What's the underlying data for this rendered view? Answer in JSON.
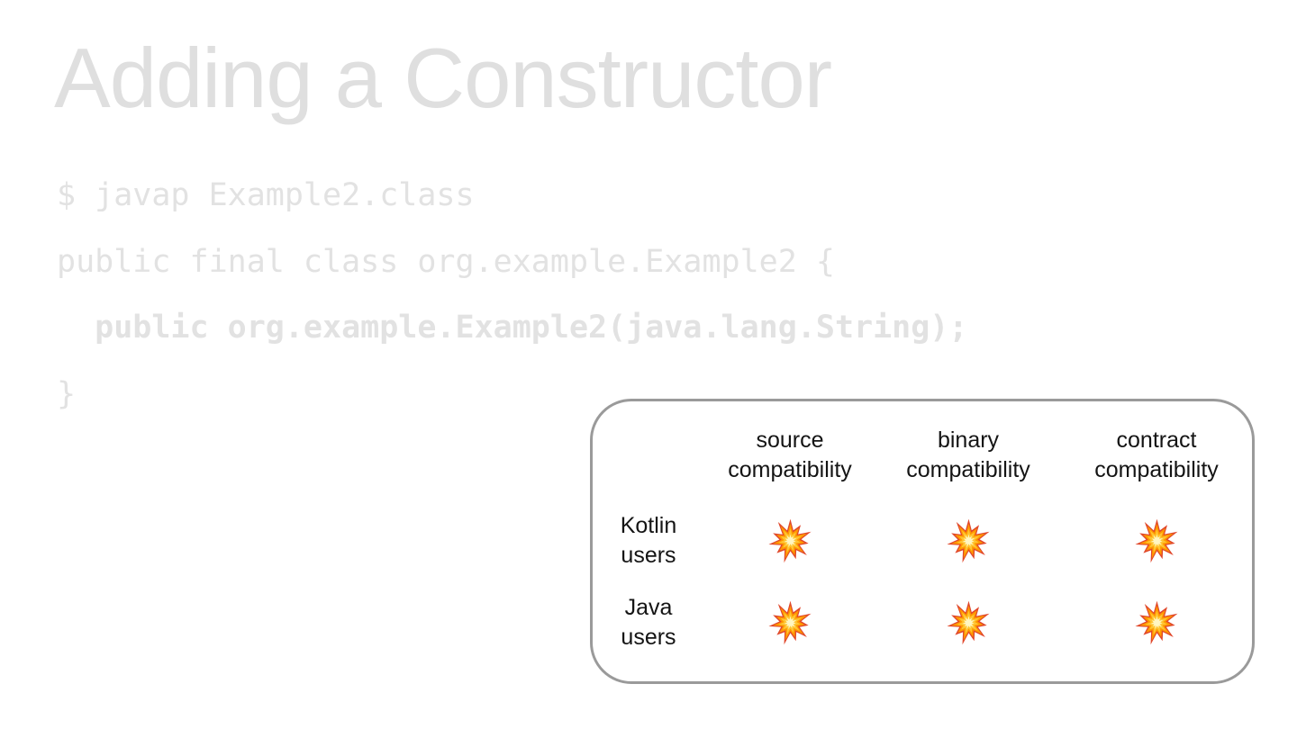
{
  "slide": {
    "title": "Adding a Constructor"
  },
  "code": {
    "lines": [
      "$ javap Example2.class",
      "public final class org.example.Example2 {",
      "  public org.example.Example2(java.lang.String);",
      "}"
    ],
    "highlighted_line_index": 2
  },
  "table": {
    "columns": [
      "source\ncompatibility",
      "binary\ncompatibility",
      "contract\ncompatibility"
    ],
    "rows": [
      "Kotlin\nusers",
      "Java\nusers"
    ],
    "cells": [
      [
        "collision-explosion",
        "collision-explosion",
        "collision-explosion"
      ],
      [
        "collision-explosion",
        "collision-explosion",
        "collision-explosion"
      ]
    ],
    "cell_icon_meaning": "breaking change"
  },
  "colors": {
    "background": "#ffffff",
    "faded_title_text": "#dfdfdf",
    "faded_code_text": "#e2e2e2",
    "table_text": "#141414",
    "card_border": "#9a9a9a",
    "explosion_outer": "#e0472b",
    "explosion_mid": "#ff9800",
    "explosion_inner": "#ffc531",
    "explosion_core": "#fff6c2"
  }
}
